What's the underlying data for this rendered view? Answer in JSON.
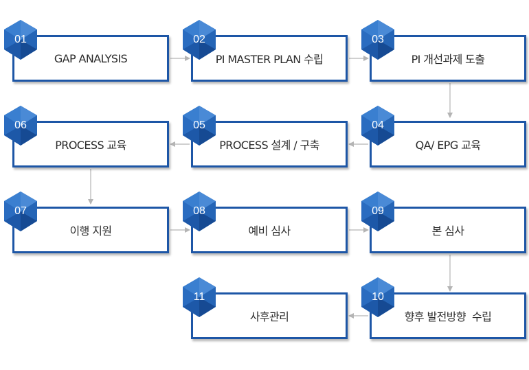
{
  "colors": {
    "border": "#1d56a6",
    "hex_light": "#2e73c7",
    "hex_dark": "#164a93",
    "arrow": "#b4b4b4"
  },
  "steps": [
    {
      "num": "01",
      "label": "GAP ANALYSIS"
    },
    {
      "num": "02",
      "label": "PI MASTER PLAN 수립"
    },
    {
      "num": "03",
      "label": "PI 개선과제 도출"
    },
    {
      "num": "04",
      "label": "QA/ EPG 교육"
    },
    {
      "num": "05",
      "label": "PROCESS 설계 / 구축"
    },
    {
      "num": "06",
      "label": "PROCESS 교육"
    },
    {
      "num": "07",
      "label": "이행 지원"
    },
    {
      "num": "08",
      "label": "예비 심사"
    },
    {
      "num": "09",
      "label": "본 심사"
    },
    {
      "num": "10",
      "label": "향후 발전방향  수립"
    },
    {
      "num": "11",
      "label": "사후관리"
    }
  ]
}
